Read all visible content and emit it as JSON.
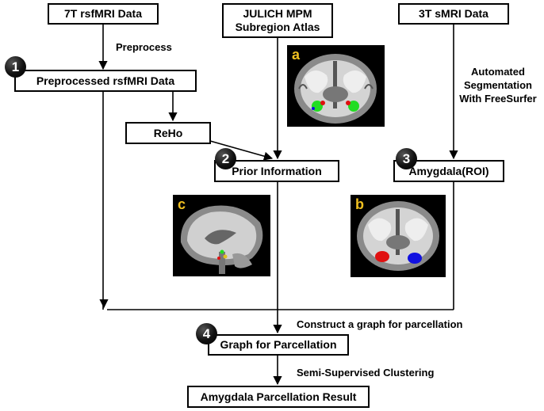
{
  "boxes": {
    "data_7t": "7T rsfMRI Data",
    "julich_line1": "JULICH MPM",
    "julich_line2": "Subregion Atlas",
    "data_3t": "3T sMRI Data",
    "preprocessed": "Preprocessed rsfMRI Data",
    "reho": "ReHo",
    "prior": "Prior Information",
    "amygdala_roi": "Amygdala(ROI)",
    "graph": "Graph for Parcellation",
    "result": "Amygdala Parcellation Result"
  },
  "edge_labels": {
    "preprocess": "Preprocess",
    "auto_line1": "Automated",
    "auto_line2": "Segmentation",
    "auto_line3": "With FreeSurfer",
    "construct": "Construct a graph for parcellation",
    "clustering": "Semi-Supervised Clustering"
  },
  "badges": {
    "b1": "1",
    "b2": "2",
    "b3": "3",
    "b4": "4"
  },
  "panels": {
    "a": "a",
    "b": "b",
    "c": "c"
  },
  "colors": {
    "panel_letter": "#f0c020",
    "green_label": "#22dd22",
    "red_label": "#e01010",
    "blue_label": "#1010e0"
  }
}
